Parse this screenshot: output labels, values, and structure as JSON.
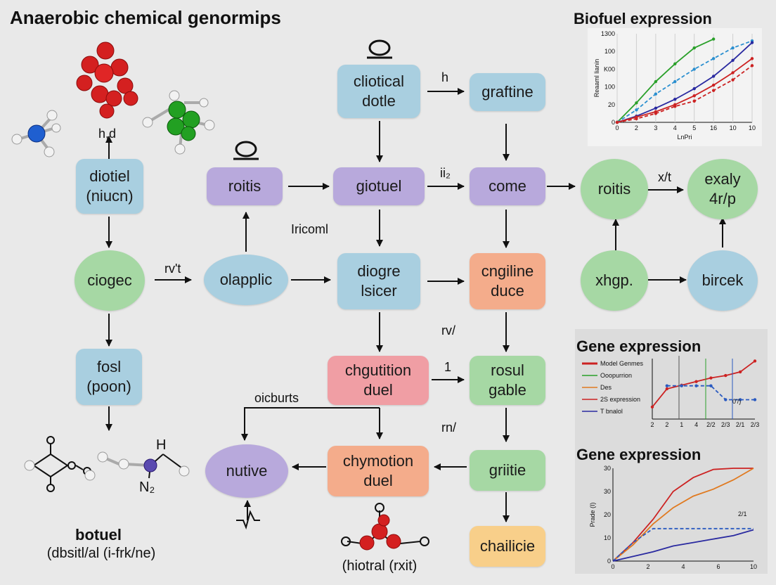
{
  "title": "Anaerobic chemical genormips",
  "nodes": {
    "diotiel": "diotiel\n(niucn)",
    "ciogec": "ciogec",
    "fosl": "fosl\n(poon)",
    "roitis_left": "roitis",
    "olapplic": "olapplic",
    "cliotical": "cliotical\ndotle",
    "giotuel": "giotuel",
    "diogre": "diogre\nlsicer",
    "chgutition": "chgutition\nduel",
    "chymotion": "chymotion\nduel",
    "nutive": "nutive",
    "graftine": "graftine",
    "come": "come",
    "cngiline": "cngiline\nduce",
    "rosul": "rosul\ngable",
    "griitie": "griitie",
    "chailicie": "chailicie",
    "roitis_right": "roitis",
    "exaly": "exaly\n4r/p",
    "xhgp": "xhgp.",
    "bircek": "bircek"
  },
  "edge_labels": {
    "hd": "h,d",
    "rvt": "rv't",
    "h": "h",
    "ii2": "ii₂",
    "iricoml": "Iricoml",
    "rvl": "rv/",
    "one": "1",
    "oicburts": "oicburts",
    "rn": "rn/",
    "xt": "x/t"
  },
  "captions": {
    "botuel_title": "botuel",
    "botuel_sub": "(dbsitl/al (i-frk/ne)",
    "hiotral": "(hiotral (rxit)"
  },
  "molecule_labels": {
    "h": "H",
    "n2": "N₂"
  },
  "colors": {
    "blue_node": "#a9cfe0",
    "purple_node": "#b8a9dc",
    "green_node": "#a6d8a4",
    "orange_node": "#f4ac8b",
    "pink_node": "#f09ea4",
    "yellow_node": "#f8cf8a"
  },
  "chart_data": [
    {
      "type": "line",
      "title": "Biofuel expression",
      "xlabel": "LnPri",
      "ylabel": "Reaaml lianin",
      "x_ticks": [
        "0",
        "2",
        "3",
        "4",
        "5",
        "16",
        "10",
        "10"
      ],
      "y_ticks": [
        "0",
        "20",
        "100",
        "K00",
        "100",
        "1300"
      ],
      "x": [
        0,
        1,
        2,
        3,
        4,
        5,
        6,
        7
      ],
      "ylim": [
        0,
        5
      ],
      "series": [
        {
          "color": "#2aa02a",
          "dash": "solid",
          "values": [
            0,
            1.1,
            2.3,
            3.3,
            4.2,
            4.7
          ]
        },
        {
          "color": "#2a8fd0",
          "dash": "dashed",
          "values": [
            0,
            0.7,
            1.6,
            2.3,
            3.0,
            3.6,
            4.2,
            4.6
          ]
        },
        {
          "color": "#2a2aa0",
          "dash": "solid",
          "values": [
            0,
            0.35,
            0.8,
            1.3,
            1.9,
            2.6,
            3.5,
            4.5
          ]
        },
        {
          "color": "#cc2222",
          "dash": "solid",
          "values": [
            0,
            0.3,
            0.6,
            1.0,
            1.5,
            2.1,
            2.8,
            3.6
          ]
        },
        {
          "color": "#cc2222",
          "dash": "dashed",
          "values": [
            0,
            0.2,
            0.5,
            0.9,
            1.2,
            1.8,
            2.4,
            3.2
          ]
        }
      ]
    },
    {
      "type": "line",
      "title": "Gene expression",
      "legend": [
        "Model Genmes",
        "Ooopurrion",
        "Des",
        "2S expression",
        "T bnalol"
      ],
      "legend_colors": [
        "#cc2222",
        "#2aa02a",
        "#e07a20",
        "#cc2222",
        "#2a2aa0"
      ],
      "x_ticks": [
        "2",
        "2",
        "1",
        "4",
        "2/2",
        "2/3",
        "2/1",
        "2/3"
      ],
      "annotation": "0'/)",
      "x": [
        0,
        1,
        2,
        3,
        4,
        5,
        6,
        7
      ],
      "ylim": [
        0,
        10
      ],
      "series": [
        {
          "color": "#cc2222",
          "dash": "solid",
          "values": [
            2,
            5,
            5.6,
            6.2,
            6.8,
            7.2,
            7.8,
            9.6
          ]
        },
        {
          "color": "#2a5ac0",
          "dash": "dashed",
          "values": [
            null,
            5.5,
            5.5,
            5.5,
            5.5,
            3.2,
            3.2,
            3.2
          ]
        }
      ]
    },
    {
      "type": "line",
      "title": "Gene expression",
      "ylabel": "Prade (I)",
      "x_ticks": [
        "0",
        "2",
        "4",
        "6",
        "10"
      ],
      "y_ticks": [
        "0",
        "10",
        "20",
        "30",
        "30"
      ],
      "annotation": "2/1",
      "x": [
        0,
        1,
        2,
        3,
        4,
        5,
        6,
        7
      ],
      "ylim": [
        0,
        40
      ],
      "series": [
        {
          "color": "#cc2222",
          "dash": "solid",
          "values": [
            0,
            8,
            18,
            30,
            36,
            39.5,
            40,
            40
          ]
        },
        {
          "color": "#e07a20",
          "dash": "solid",
          "values": [
            0,
            7,
            16,
            23,
            28,
            31,
            35,
            40
          ]
        },
        {
          "color": "#2a5ac0",
          "dash": "dashed",
          "values": [
            0,
            8,
            14,
            14,
            14,
            14,
            14,
            14
          ]
        },
        {
          "color": "#2a2aa0",
          "dash": "solid",
          "values": [
            0,
            2,
            4,
            6.5,
            8,
            9.5,
            11,
            13.5
          ]
        }
      ]
    }
  ]
}
